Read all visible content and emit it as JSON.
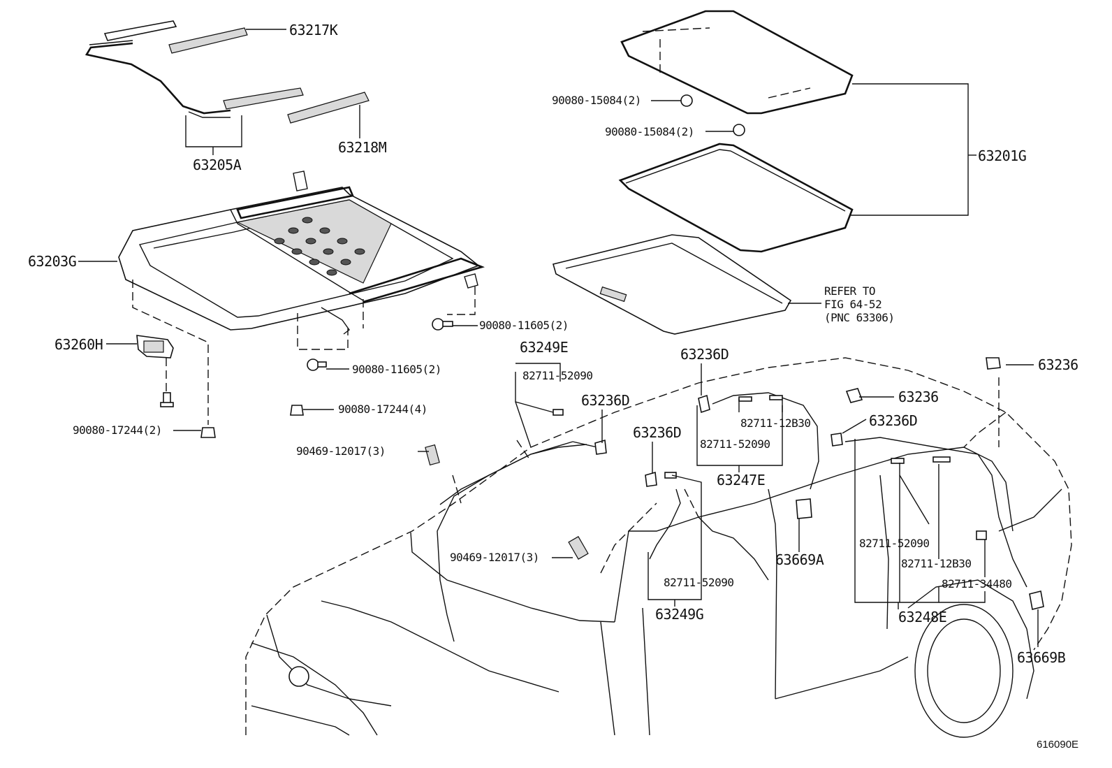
{
  "diagram": {
    "callouts": {
      "p63217K": "63217K",
      "p63218M": "63218M",
      "p63205A": "63205A",
      "p63203G": "63203G",
      "p63260H": "63260H",
      "p63201G": "63201G",
      "p90080_15084_a": "90080-15084(2)",
      "p90080_15084_b": "90080-15084(2)",
      "p90080_11605_a": "90080-11605(2)",
      "p90080_11605_b": "90080-11605(2)",
      "p90080_17244_4": "90080-17244(4)",
      "p90080_17244_2": "90080-17244(2)",
      "p90469_12017_a": "90469-12017(3)",
      "p90469_12017_b": "90469-12017(3)",
      "p63249E": "63249E",
      "p82711_52090_a": "82711-52090",
      "p63236D_a": "63236D",
      "p63236D_b": "63236D",
      "p63236D_c": "63236D",
      "p63236D_d": "63236D",
      "p82711_12B30_a": "82711-12B30",
      "p82711_52090_b": "82711-52090",
      "p63247E": "63247E",
      "p63236_a": "63236",
      "p63236_b": "63236",
      "p63669A": "63669A",
      "p82711_52090_c": "82711-52090",
      "p82711_52090_d": "82711-52090",
      "p82711_12B30_b": "82711-12B30",
      "p82711_34480": "82711-34480",
      "p63249G": "63249G",
      "p63248E": "63248E",
      "p63669B": "63669B"
    },
    "reference_note": "REFER TO\nFIG 64-52\n(PNC 63306)",
    "figure_code": "616090E"
  }
}
